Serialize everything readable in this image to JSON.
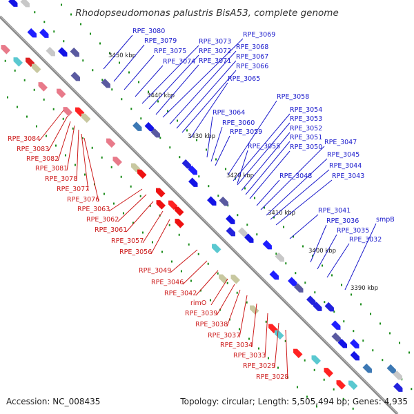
{
  "title": "Rhodopseudomonas palustris BisA53, complete genome",
  "footer": {
    "accession": "Accession: NC_008435",
    "topology": "Topology: circular; Length: 5,505,494 bp; Genes: 4,935"
  },
  "colors": {
    "forward_label": "#1a1acc",
    "reverse_label": "#cc1a1a",
    "forward_gene": "#0000ee",
    "reverse_gene": "#ee0000",
    "backbone": "#888888",
    "tick": "#1a8c1a"
  },
  "ticks": [
    "3450 kbp",
    "3440 kbp",
    "3430 kbp",
    "3420 kbp",
    "3410 kbp",
    "3400 kbp",
    "3390 kbp"
  ],
  "forward_labels": [
    "RPE_3080",
    "RPE_3079",
    "RPE_3075",
    "RPE_3074",
    "RPE_3073",
    "RPE_3072",
    "RPE_3071",
    "RPE_3069",
    "RPE_3068",
    "RPE_3067",
    "RPE_3066",
    "RPE_3065",
    "RPE_3064",
    "RPE_3060",
    "RPE_3059",
    "RPE_3058",
    "RPE_3054",
    "RPE_3053",
    "RPE_3052",
    "RPE_3051",
    "RPE_3055",
    "RPE_3050",
    "RPE_3047",
    "RPE_3045",
    "RPE_3044",
    "RPE_3048",
    "RPE_3043",
    "RPE_3041",
    "RPE_3036",
    "RPE_3035",
    "RPE_3032",
    "smpB"
  ],
  "reverse_labels": [
    "RPE_3084",
    "RPE_3083",
    "RPE_3082",
    "RPE_3081",
    "RPE_3078",
    "RPE_3077",
    "RPE_3076",
    "RPE_3063",
    "RPE_3062",
    "RPE_3061",
    "RPE_3057",
    "RPE_3056",
    "RPE_3049",
    "RPE_3046",
    "RPE_3042",
    "rimO",
    "RPE_3039",
    "RPE_3038",
    "RPE_3037",
    "RPE_3034",
    "RPE_3033",
    "RPE_3029",
    "RPE_3028"
  ]
}
